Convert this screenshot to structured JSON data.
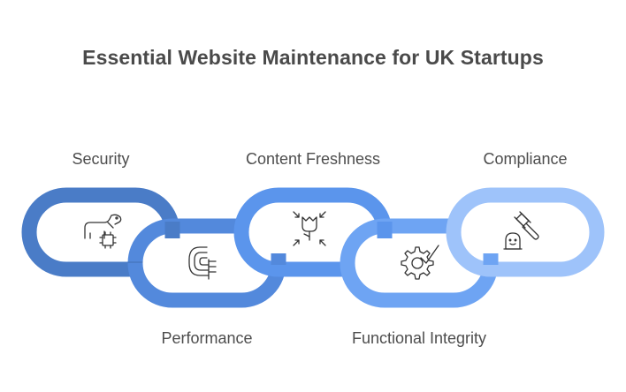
{
  "title": "Essential Website Maintenance for UK Startups",
  "links": [
    {
      "label": "Security",
      "icon": "dog-chip-icon",
      "color": "#4a7cc7",
      "position": "top"
    },
    {
      "label": "Performance",
      "icon": "racetrack-icon",
      "color": "#5389dc",
      "position": "bottom"
    },
    {
      "label": "Content Freshness",
      "icon": "flower-arrows-icon",
      "color": "#5b95ec",
      "position": "top"
    },
    {
      "label": "Functional Integrity",
      "icon": "gear-check-icon",
      "color": "#6ea4f3",
      "position": "bottom"
    },
    {
      "label": "Compliance",
      "icon": "gavel-icon",
      "color": "#9ec3fa",
      "position": "top"
    }
  ]
}
